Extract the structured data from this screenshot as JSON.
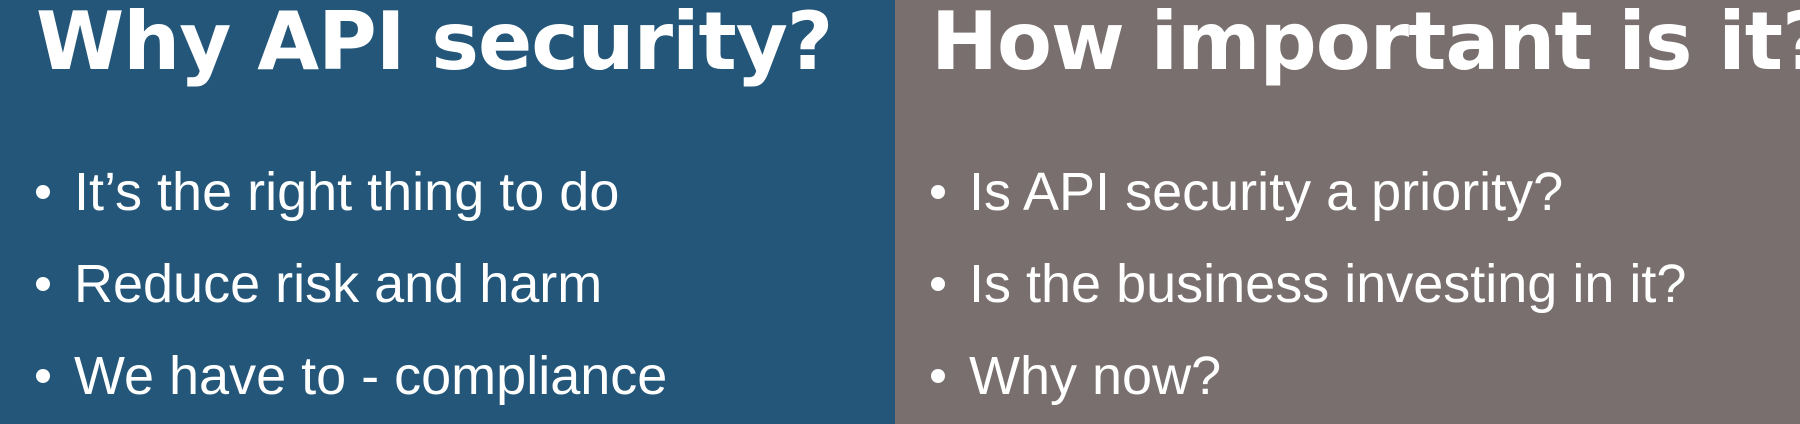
{
  "left_panel": {
    "heading": "Why API security?",
    "bullets": [
      "It’s the right thing to do",
      "Reduce risk and harm",
      "We have to - compliance"
    ]
  },
  "right_panel": {
    "heading": "How important is it?",
    "bullets": [
      "Is API security a priority?",
      "Is the business investing in it?",
      "Why now?"
    ]
  },
  "colors": {
    "left_background": "#235679",
    "right_background": "#786f6e",
    "text": "#ffffff"
  }
}
